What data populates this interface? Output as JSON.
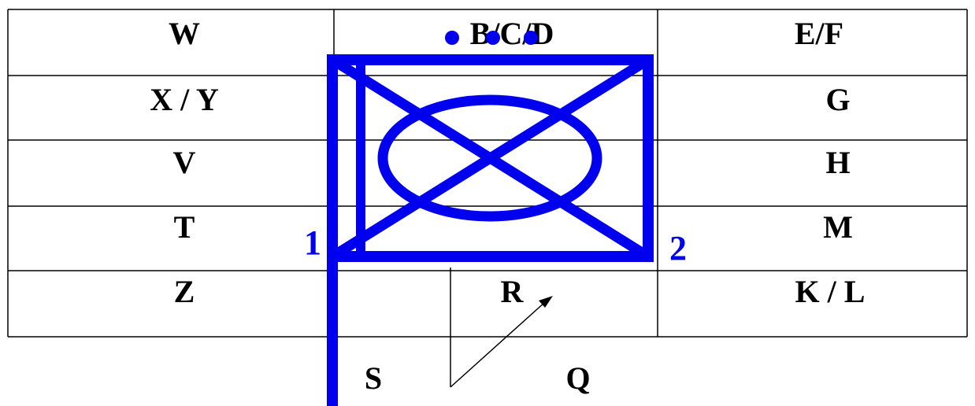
{
  "colors": {
    "grid_line": "#000000",
    "symbol": "#0000ee",
    "arrow": "#000000"
  },
  "table": {
    "rows": [
      [
        "W",
        "B/C/D",
        "E/F"
      ],
      [
        "X / Y",
        "",
        "G"
      ],
      [
        "V",
        "",
        "H"
      ],
      [
        "T",
        "",
        "M"
      ],
      [
        "Z",
        "R",
        "K / L"
      ]
    ]
  },
  "symbol": {
    "left_marker": "1",
    "right_marker": "2"
  },
  "below": {
    "left_label": "S",
    "right_label": "Q"
  }
}
